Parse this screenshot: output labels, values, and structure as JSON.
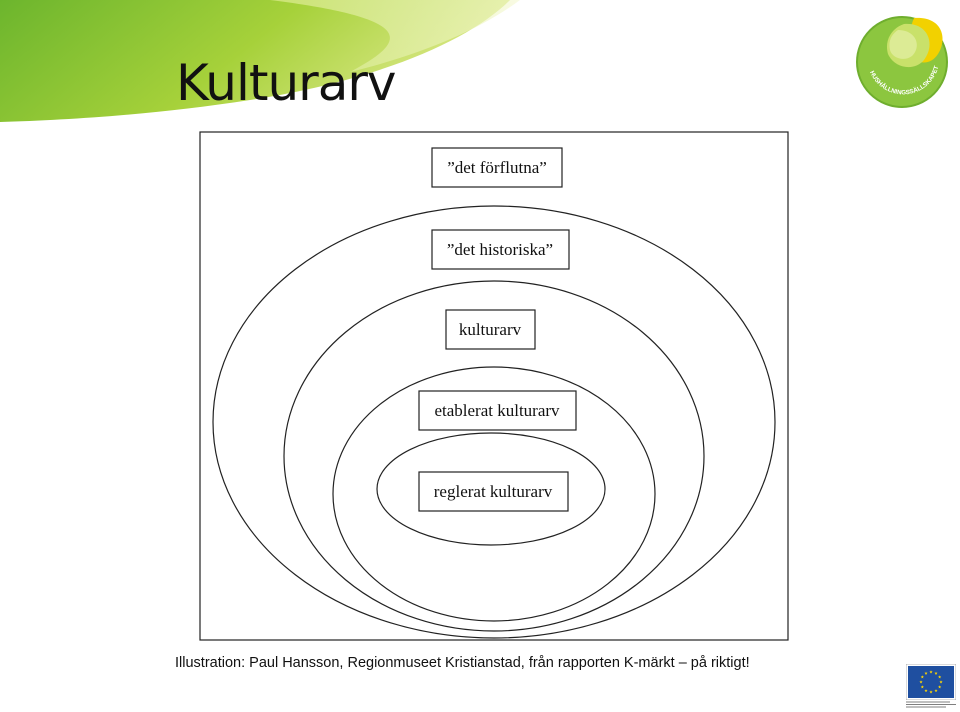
{
  "slide": {
    "title": "Kulturarv",
    "caption": "Illustration: Paul Hansson, Regionmuseet Kristianstad, från rapporten K-märkt – på riktigt!"
  },
  "diagram": {
    "boxes": [
      {
        "key": "forflutna",
        "label": "”det förflutna”"
      },
      {
        "key": "historiska",
        "label": "”det historiska”"
      },
      {
        "key": "kulturarv",
        "label": "kulturarv"
      },
      {
        "key": "etablerat",
        "label": "etablerat kulturarv"
      },
      {
        "key": "reglerat",
        "label": "reglerat kulturarv"
      }
    ]
  },
  "logo": {
    "name": "hushallningssallskapet-logo",
    "text": "HUSHÅLLNINGSSÄLLSKAPET"
  },
  "eu_emblem": {
    "name": "eu-flag-icon",
    "text": "Europeiska jordbruksfonden för landsbygdsutveckling: Europa investerar i landsbygdsområden"
  },
  "colors": {
    "green_dark": "#5aa82a",
    "green_light": "#b9d846",
    "yellow": "#f2d100",
    "eu_blue": "#1f4fa0",
    "eu_yellow": "#ffd700",
    "ink": "#111111"
  }
}
